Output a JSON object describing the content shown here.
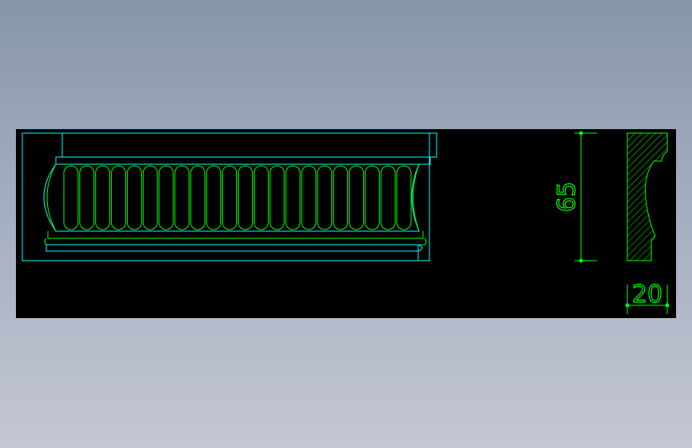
{
  "drawing": {
    "colors": {
      "background": "#000000",
      "outline": "#00ffff",
      "detail": "#00ff00",
      "hatch": "#00ff00"
    },
    "dimensions": {
      "height_label": "65",
      "width_label": "20"
    },
    "flute_count": 22
  }
}
